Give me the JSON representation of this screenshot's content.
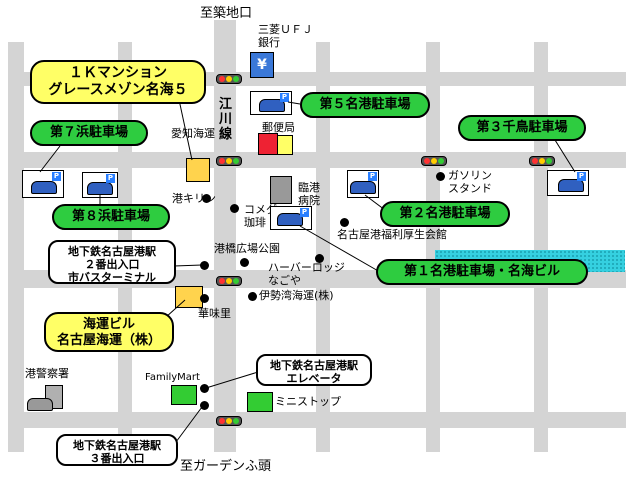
{
  "labels": {
    "north_dir": "至築地口",
    "south_dir": "至ガーデンふ頭",
    "bank": "三菱ＵＦＪ\n銀行",
    "river": "江\n川\n線",
    "aichi": "愛知海運",
    "post_office": "郵便局",
    "kirin": "港キリン",
    "komeda": "コメダ\n珈琲",
    "hospital": "臨港\n病院",
    "gas": "ガソリン\nスタンド",
    "welfare": "名古屋港福利厚生会館",
    "park": "港橋広場公園",
    "harbor_lodge": "ハーバーロッジ\nなごや",
    "isewan": "伊勢湾海運(株)",
    "kamimi": "華味里",
    "police": "港警察署",
    "familymart": "FamilyMart",
    "ministop": "ミニストップ"
  },
  "callouts": {
    "mansion": "１Ｋマンション\nグレースメゾン名海５",
    "p5": "第５名港駐車場",
    "p7": "第７浜駐車場",
    "p3": "第３千鳥駐車場",
    "p8": "第８浜駐車場",
    "p2": "第２名港駐車場",
    "p1": "第１名港駐車場・名海ビル",
    "exit2": "地下鉄名古屋港駅\n２番出入口\n市バスターミナル",
    "kaiun": "海運ビル\n名古屋海運（株）",
    "elevator": "地下鉄名古屋港駅\nエレベータ",
    "exit3": "地下鉄名古屋港駅\n３番出入口"
  },
  "colors": {
    "road": "#d4d4d4",
    "callout_green": "#2ecc40",
    "callout_yellow": "#ffff66",
    "water": "#35d0e0",
    "parking_car": "#3060c0"
  }
}
